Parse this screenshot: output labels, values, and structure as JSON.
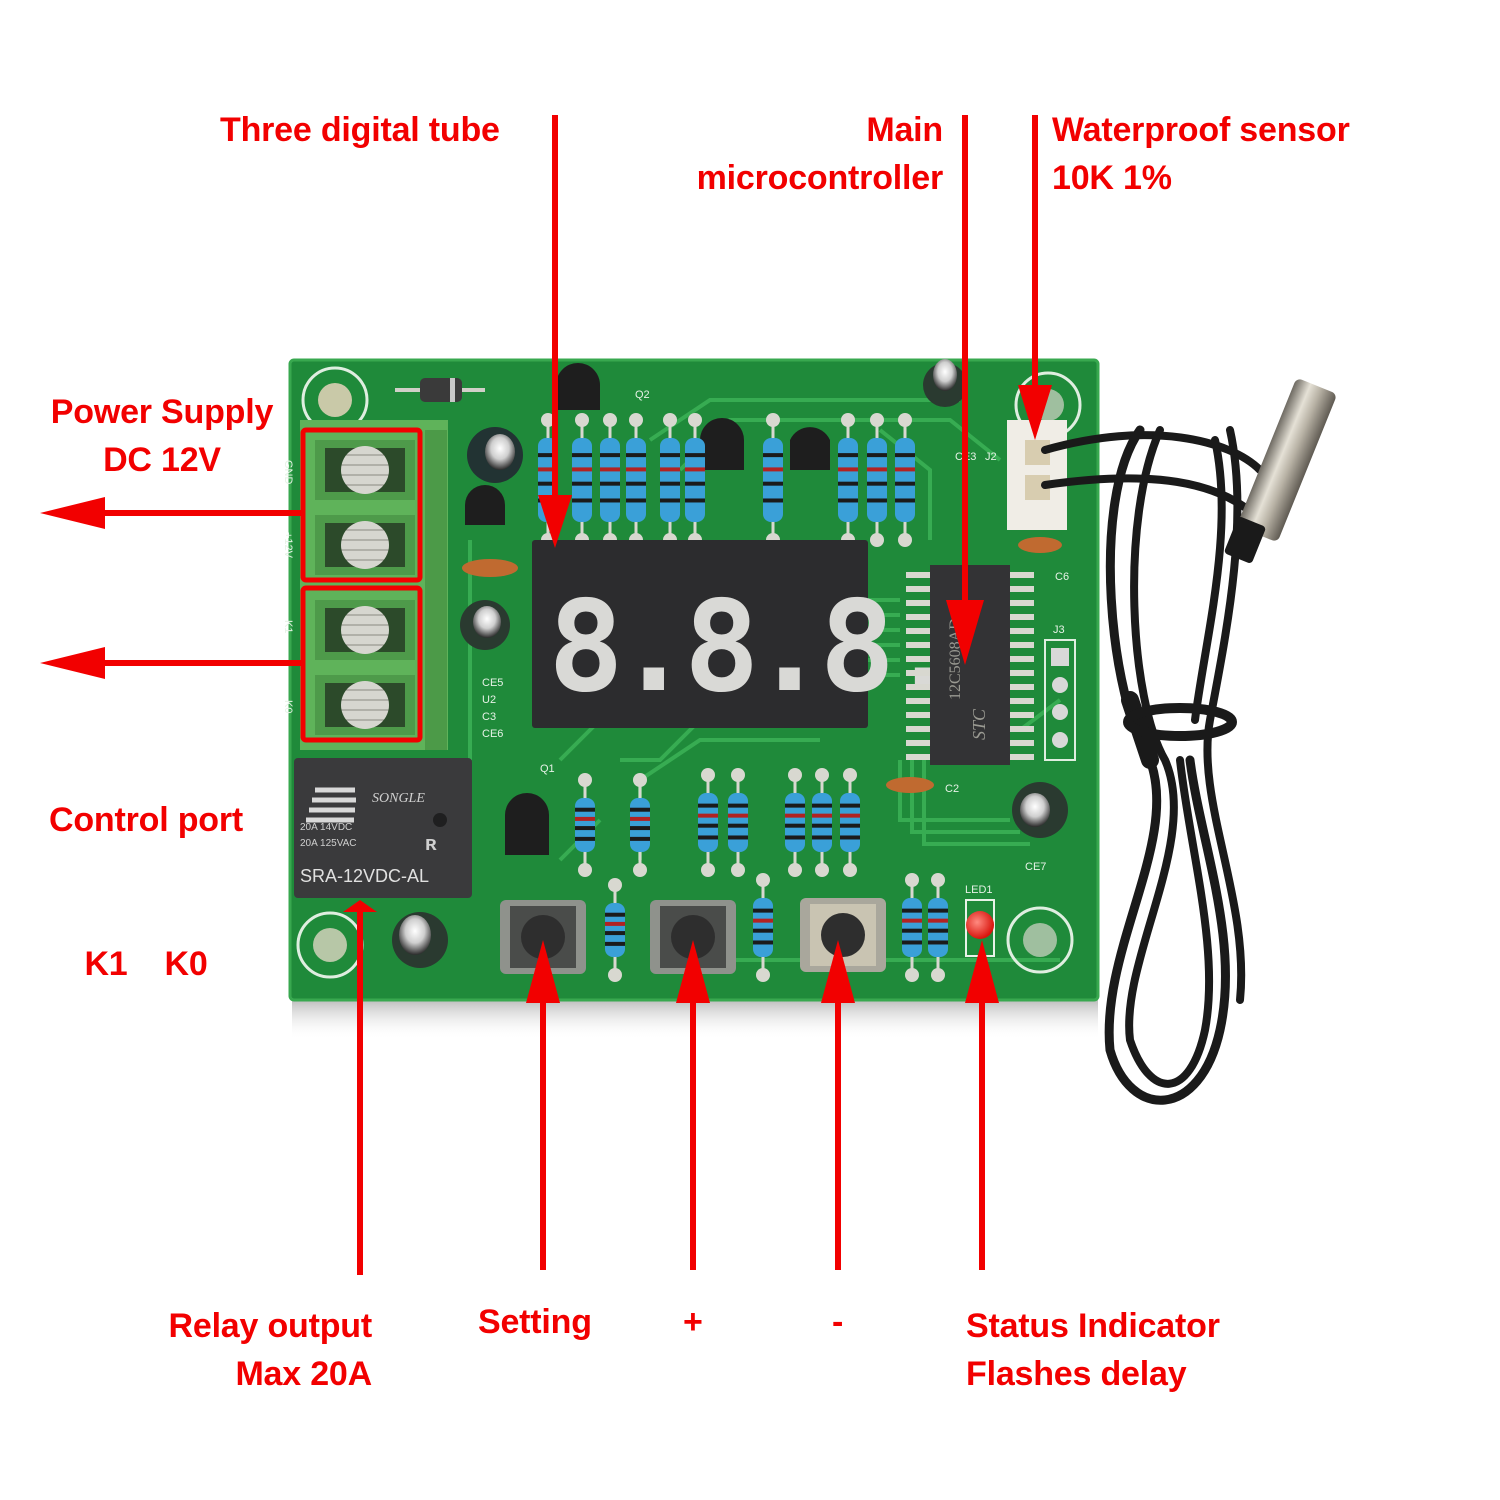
{
  "colors": {
    "annotation": "#f20000",
    "pcb": "#1f8a3a",
    "pcb_dark": "#16702d",
    "terminal": "#5fb35a",
    "relay": "#3a3a3c",
    "display": "#2c2c2e",
    "segment": "#d9d9d6",
    "resistor": "#3aa0d8",
    "cable": "#1a1a1a",
    "probe": "#b9b3a6",
    "led": "#e8241c"
  },
  "annotations": {
    "digital_tube": {
      "line1": "Three digital tube"
    },
    "microcontroller": {
      "line1": "Main",
      "line2": "microcontroller"
    },
    "sensor": {
      "line1": "Waterproof sensor",
      "line2": "10K 1%"
    },
    "power": {
      "line1": "Power Supply",
      "line2": "DC 12V"
    },
    "control": {
      "line1": "Control port",
      "line2": "K1    K0"
    },
    "relay": {
      "line1": "Relay output",
      "line2": "Max 20A"
    },
    "setting": {
      "line1": "Setting"
    },
    "plus": {
      "line1": "+"
    },
    "minus": {
      "line1": "-"
    },
    "status": {
      "line1": "Status Indicator",
      "line2": "Flashes delay"
    }
  },
  "board": {
    "terminal_labels": [
      "GND",
      "+12V",
      "K1",
      "K0"
    ],
    "relay_brand": "SONGLE",
    "relay_rating1": "20A 14VDC",
    "relay_rating2": "20A 125VAC",
    "relay_model": "SRA-12VDC-AL",
    "display_digits": "8.8.8.",
    "mcu_brand": "STC",
    "mcu_model": "12C5608AD",
    "silk": {
      "q2": "Q2",
      "q1": "Q1",
      "j2": "J2",
      "j3": "J3",
      "c6": "C6",
      "c2": "C2",
      "ce7": "CE7",
      "ce3": "CE3",
      "led1": "LED1",
      "stack": [
        "CE5",
        "U2",
        "C3",
        "CE6"
      ]
    }
  }
}
